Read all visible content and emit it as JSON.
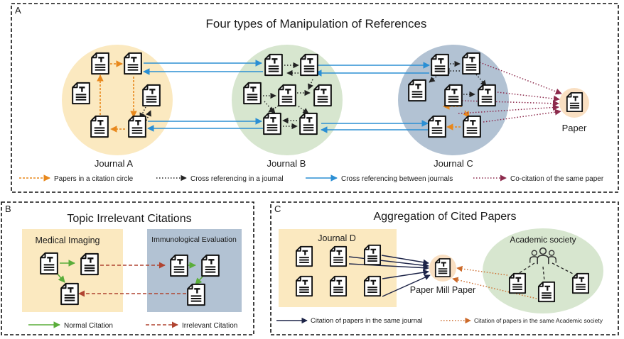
{
  "panel_a": {
    "letter": "A",
    "title": "Four types of Manipulation of References",
    "journals": [
      "Journal A",
      "Journal B",
      "Journal C"
    ],
    "paper_label": "Paper",
    "legend": [
      "Papers in a citation circle",
      "Cross referencing in a journal",
      "Cross referencing between journals",
      "Co-citation of the same paper"
    ]
  },
  "panel_b": {
    "letter": "B",
    "title": "Topic Irrelevant Citations",
    "box_left_label": "Medical Imaging",
    "box_right_label": "Immunological Evaluation",
    "legend": [
      "Normal Citation",
      "Irrelevant Citation"
    ]
  },
  "panel_c": {
    "letter": "C",
    "title": "Aggregation of Cited Papers",
    "journal_label": "Journal D",
    "target_label": "Paper Mill Paper",
    "society_label": "Academic society",
    "legend": [
      "Citation of papers in the same journal",
      "Citation of papers in the same Academic society"
    ]
  },
  "colors": {
    "journal_a": "#fbe9c0",
    "journal_b": "#d7e6cf",
    "journal_c": "#b2c2d3",
    "paper_highlight": "#f9dfc2",
    "orange": "#e8881c",
    "blue": "#2b8fd4",
    "dark_dotted": "#222222",
    "maroon": "#8c2a4c",
    "green": "#5aad3a",
    "red_dashed": "#b04431",
    "navy": "#1d2448",
    "orange_dotted": "#cc6a2a"
  }
}
